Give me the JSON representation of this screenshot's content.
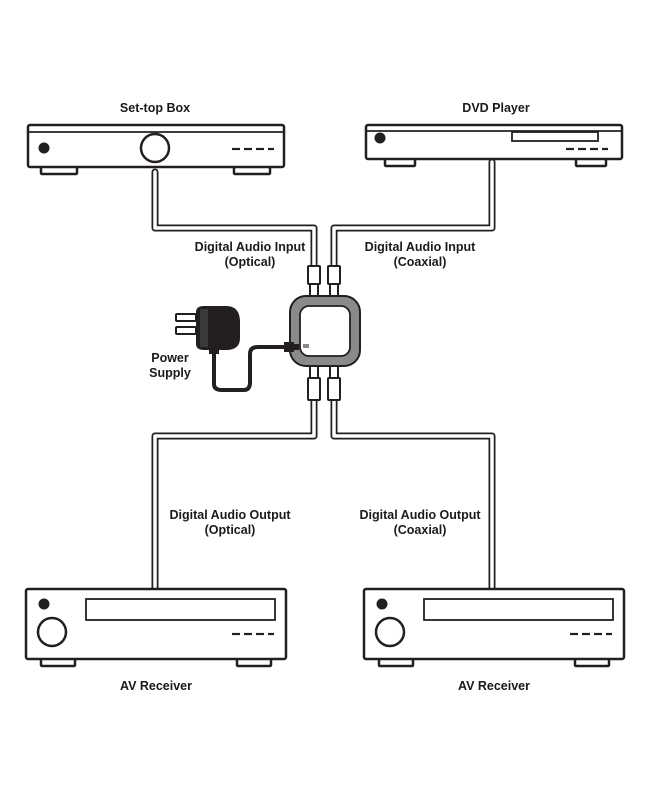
{
  "devices": {
    "settop": {
      "label": "Set-top Box"
    },
    "dvd": {
      "label": "DVD Player"
    },
    "receiver_left": {
      "label": "AV Receiver"
    },
    "receiver_right": {
      "label": "AV Receiver"
    }
  },
  "connections": {
    "input_optical": {
      "line1": "Digital Audio Input",
      "line2": "(Optical)"
    },
    "input_coaxial": {
      "line1": "Digital Audio Input",
      "line2": "(Coaxial)"
    },
    "output_optical": {
      "line1": "Digital Audio Output",
      "line2": "(Optical)"
    },
    "output_coaxial": {
      "line1": "Digital Audio Output",
      "line2": "(Coaxial)"
    }
  },
  "power": {
    "line1": "Power",
    "line2": "Supply"
  },
  "colors": {
    "stroke": "#231f20",
    "hub_ring": "#8a8a8a",
    "fill": "#ffffff"
  }
}
